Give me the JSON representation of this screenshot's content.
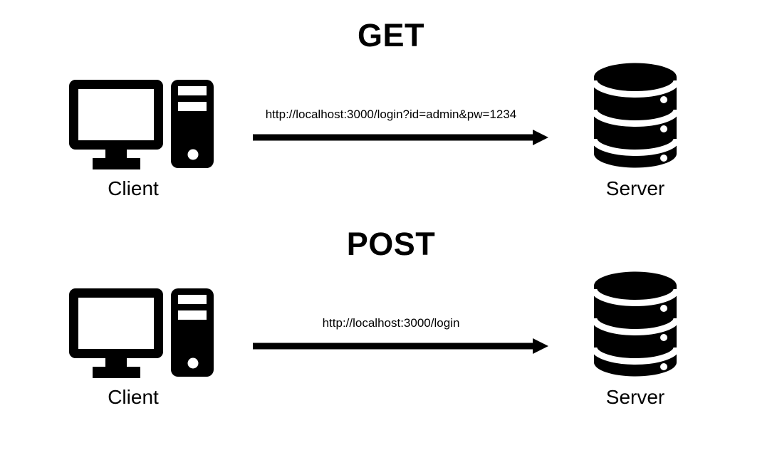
{
  "page": {
    "background_color": "#ffffff",
    "foreground_color": "#000000"
  },
  "diagram": {
    "icons": {
      "client": "desktop-computer-icon",
      "server": "database-icon",
      "arrow": "right-arrow-icon"
    },
    "sections": [
      {
        "id": "get",
        "title": "GET",
        "client_label": "Client",
        "server_label": "Server",
        "request_url": "http://localhost:3000/login?id=admin&pw=1234",
        "arrow_direction": "client-to-server"
      },
      {
        "id": "post",
        "title": "POST",
        "client_label": "Client",
        "server_label": "Server",
        "request_url": "http://localhost:3000/login",
        "arrow_direction": "client-to-server"
      }
    ]
  }
}
